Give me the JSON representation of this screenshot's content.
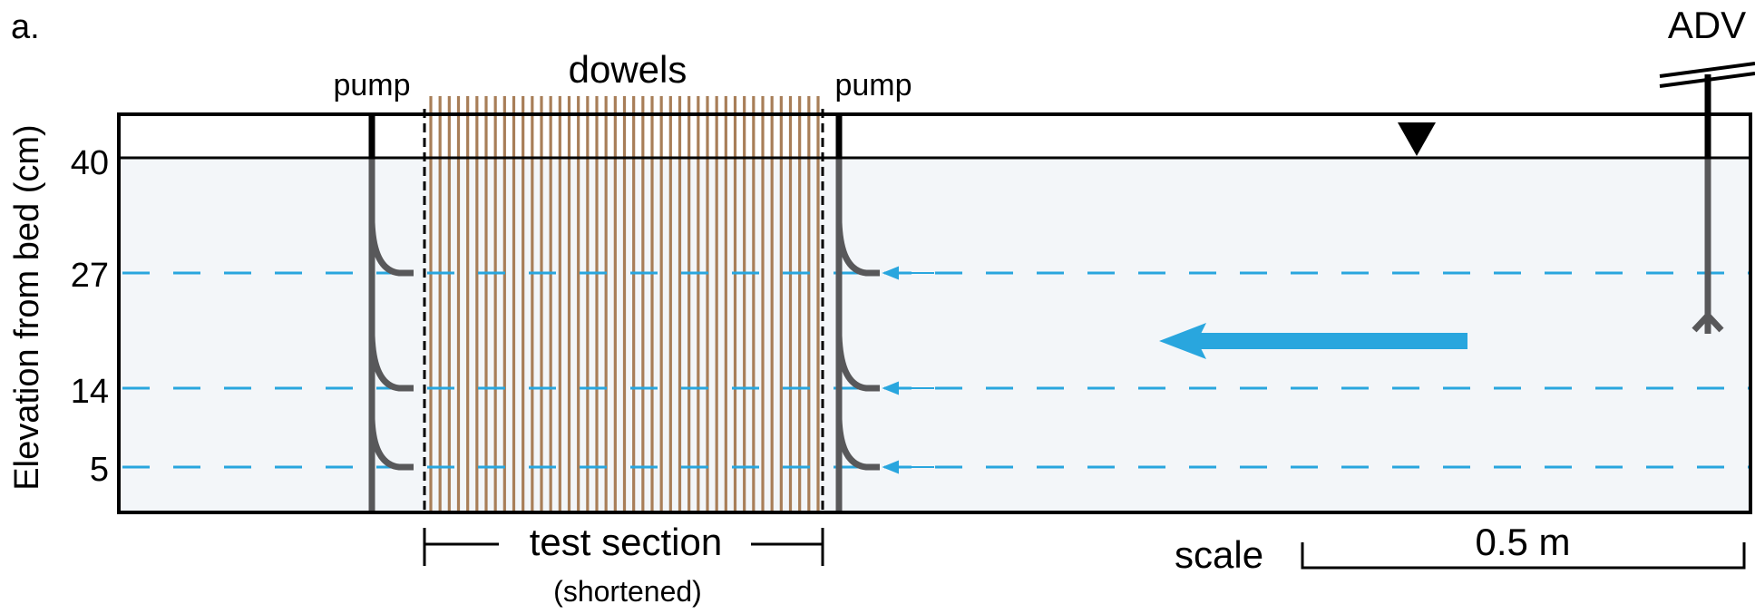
{
  "panel_label": "a.",
  "labels": {
    "pump_left": "pump",
    "pump_right": "pump",
    "dowels": "dowels",
    "adv": "ADV",
    "test_section": "test section",
    "shortened": "(shortened)",
    "scale": "scale",
    "scale_length": "0.5 m"
  },
  "axis": {
    "ylabel": "Elevation from bed (cm)",
    "ticks": [
      "40",
      "27",
      "14",
      "5"
    ]
  },
  "colors": {
    "water": "#f3f6f9",
    "dashed_line": "#29a6de",
    "flow_arrow": "#29a6de",
    "dowel": "#a87e58",
    "pump_pipe": "#58585a",
    "outline": "#000000"
  },
  "icons": {
    "water_surface": "inverted-triangle-icon",
    "flow_direction": "left-arrow-icon"
  }
}
